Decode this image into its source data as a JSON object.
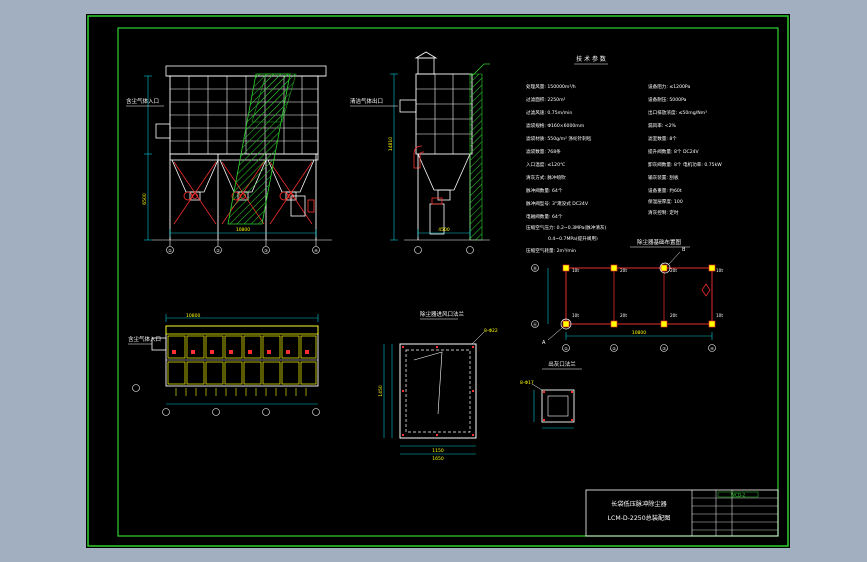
{
  "colors": {
    "viewport_bg": "#a2afc0",
    "sheet_bg": "#000000",
    "frame": "#2fd12f",
    "structure": "#ffffff",
    "dimension": "#00c8d4",
    "accent": "#ff3030",
    "text": "#ffffff",
    "highlight": "#ffff00",
    "title_green": "#2fd12f"
  },
  "labels": {
    "front_inlet": "含尘气体入口",
    "side_outlet": "清洁气体出口",
    "plan_inlet": "含尘气体入口",
    "tech_params_title": "技 术 参 数",
    "foundation_title": "除尘器基础布置图",
    "inlet_flange_title": "除尘器进风口法兰",
    "outlet_flange_title": "出灰口法兰",
    "flange_note": "8-Φ22",
    "outlet_note": "8-Φ17",
    "dim_front_total": "10800",
    "dim_side": "4500",
    "dim_plan": "10800",
    "dim_flange_w": "1650",
    "dim_flange_h": "1450",
    "dim_flange_inner": "1150",
    "dim_found_total": "10800",
    "height_total": "14810",
    "height_hopper": "6500"
  },
  "title_block": {
    "name_line1": "长袋低压脉冲除尘器",
    "name_line2": "LCM-D-2250总装配图",
    "code": "WCD-2"
  },
  "axis_labels_front": [
    "①",
    "②",
    "③",
    "④"
  ],
  "axis_labels_found_x": [
    "①",
    "②",
    "③",
    "④"
  ],
  "axis_labels_found_y": [
    "Ⓐ",
    "Ⓑ"
  ],
  "found_marks": {
    "b_label": "B",
    "a_label": "A",
    "load_labels": [
      "10t",
      "20t",
      "20t",
      "10t",
      "10t",
      "20t",
      "20t",
      "10t"
    ]
  },
  "tech_params_left": [
    "处理风量: 150000m³/h",
    "过滤面积: 2250m²",
    "过滤风速: 0.75m/min",
    "滤袋规格: Φ160×6000mm",
    "滤袋材质: 550g/m² 涤纶针刺毡",
    "滤袋数量: 768条",
    "入口温度: ≤120℃",
    "清灰方式: 脉冲喷吹",
    "脉冲阀数量: 64个",
    "脉冲阀型号: 3\"淹没式  DC24V",
    "电磁阀数量: 64个",
    "压缩空气压力: 0.2~0.3MPa(脉冲清灰)",
    "0.4~0.7MPa(提升阀用)",
    "压缩空气耗量: 2m³/min"
  ],
  "tech_params_right": [
    "设备阻力: ≤1200Pa",
    "设备耐压: 5000Pa",
    "出口排放浓度: ≤50mg/Nm³",
    "漏风率: <2%",
    "滤室数量: 8个",
    "提升阀数量: 8个  DC24V",
    "卸灰阀数量: 8个  电机功率: 0.75kW",
    "输灰装置: 刮板",
    "设备重量: 约60t",
    "保温层厚度: 100",
    "清灰控制: 定时"
  ]
}
